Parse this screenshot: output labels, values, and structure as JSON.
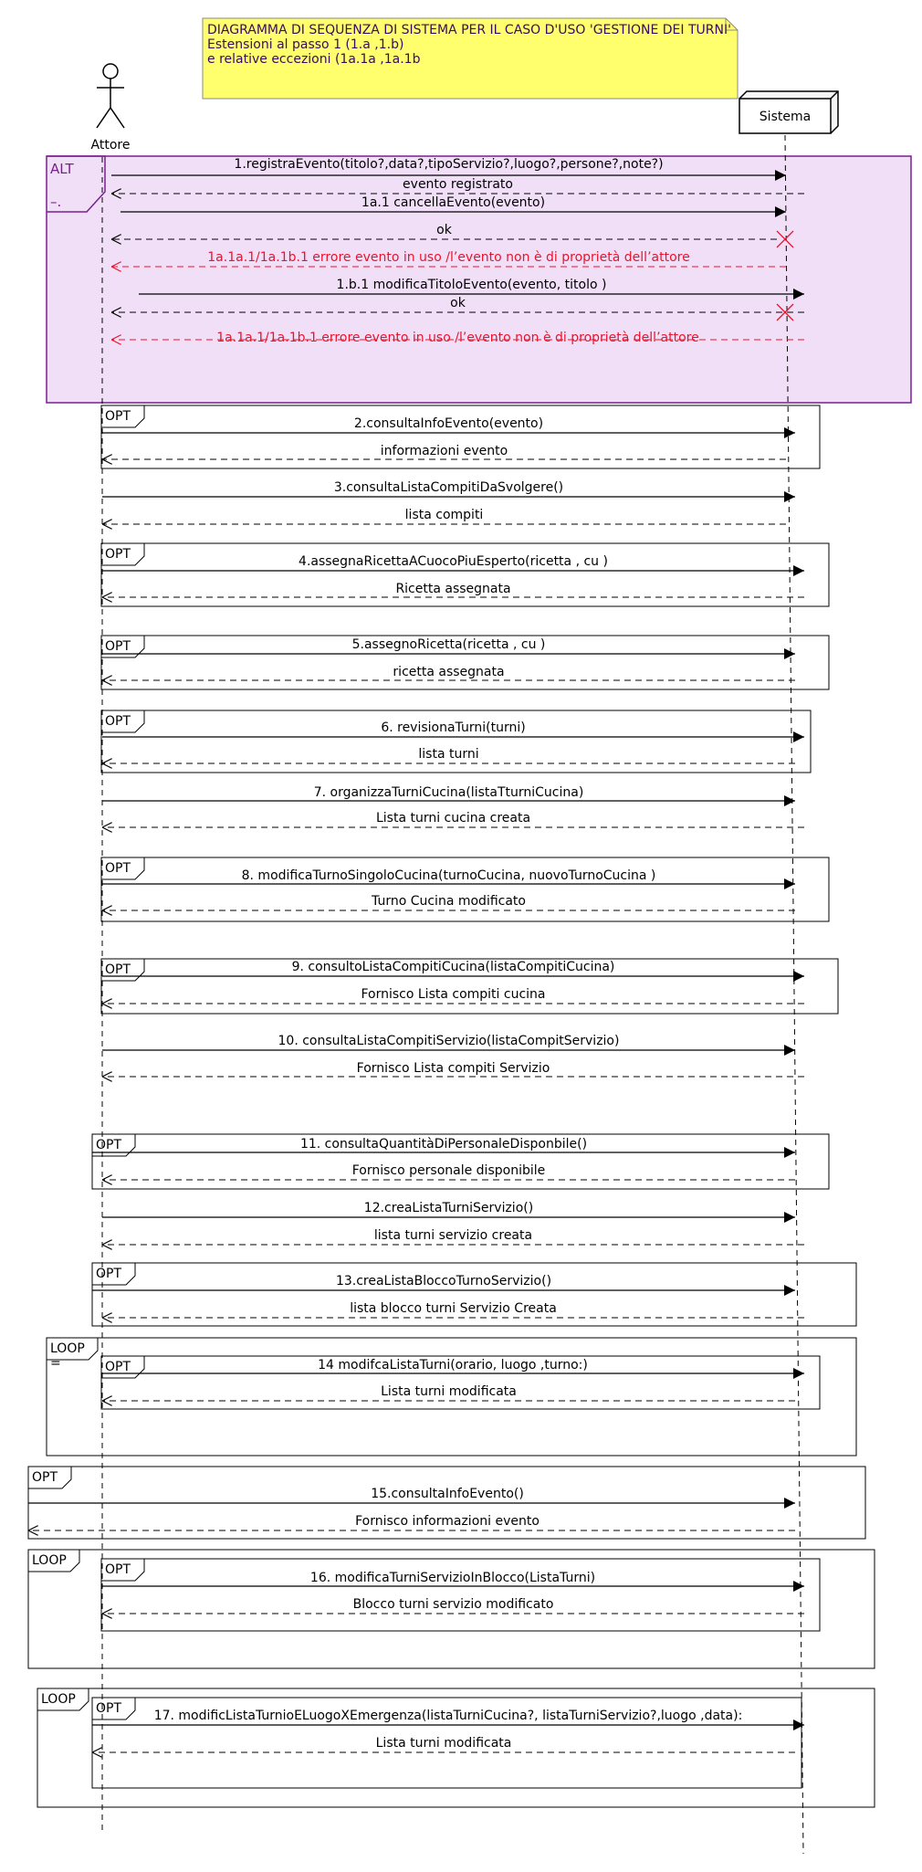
{
  "colors": {
    "note_fill": "#ffff6e",
    "alt_fill": "#f1dff8",
    "alt_border": "#7a1f8f",
    "error": "#e8142b",
    "lifeline": "#000000"
  },
  "note": {
    "line1": "DIAGRAMMA DI SEQUENZA DI SISTEMA PER IL CASO D'USO 'GESTIONE DEI TURNI'",
    "line2": "Estensioni al passo 1 (1.a ,1.b)",
    "line3": "e relative eccezioni (1a.1a ,1a.1b"
  },
  "participants": {
    "actor": "Attore",
    "system": "Sistema"
  },
  "frames": {
    "alt": {
      "tag": "ALT",
      "guard": "–."
    },
    "loop_guard": "="
  },
  "messages": [
    {
      "text": "1.registraEvento(titolo?,data?,tipoServizio?,luogo?,persone?,note?)",
      "type": "call"
    },
    {
      "text": "evento registrato",
      "type": "return"
    },
    {
      "text": "1a.1 cancellaEvento(evento)",
      "type": "call"
    },
    {
      "text": "ok",
      "type": "return"
    },
    {
      "text": "1a.1a.1/1a.1b.1 errore evento in uso /l’evento non è di proprietà dell’attore",
      "type": "error"
    },
    {
      "text": "1.b.1 modificaTitoloEvento(evento, titolo )",
      "type": "call"
    },
    {
      "text": "ok",
      "type": "return"
    },
    {
      "text": "1a.1a.1/1a.1b.1 errore evento in uso /l’evento non è di proprietà dell’attore",
      "type": "error"
    },
    {
      "text": "2.consultaInfoEvento(evento)",
      "type": "call"
    },
    {
      "text": "informazioni evento",
      "type": "return"
    },
    {
      "text": "3.consultaListaCompitiDaSvolgere()",
      "type": "call"
    },
    {
      "text": "lista compiti",
      "type": "return"
    },
    {
      "text": "4.assegnaRicettaACuocoPiuEsperto(ricetta , cu )",
      "type": "call"
    },
    {
      "text": "Ricetta assegnata",
      "type": "return"
    },
    {
      "text": "5.assegnoRicetta(ricetta  , cu )",
      "type": "call"
    },
    {
      "text": "ricetta assegnata",
      "type": "return"
    },
    {
      "text": "6. revisionaTurni(turni)",
      "type": "call"
    },
    {
      "text": "lista turni",
      "type": "return"
    },
    {
      "text": "7. organizzaTurniCucina(listaTturniCucina)",
      "type": "call"
    },
    {
      "text": "Lista turni cucina creata",
      "type": "return"
    },
    {
      "text": "8. modificaTurnoSingoloCucina(turnoCucina, nuovoTurnoCucina )",
      "type": "call"
    },
    {
      "text": "Turno Cucina modificato",
      "type": "return"
    },
    {
      "text": "9.  consultoListaCompitiCucina(listaCompitiCucina)",
      "type": "call"
    },
    {
      "text": "Fornisco Lista compiti cucina",
      "type": "return"
    },
    {
      "text": "10. consultaListaCompitiServizio(listaCompitServizio)",
      "type": "call"
    },
    {
      "text": "Fornisco Lista compiti Servizio",
      "type": "return"
    },
    {
      "text": "11. consultaQuantitàDiPersonaleDisponbile()",
      "type": "call"
    },
    {
      "text": "Fornisco personale disponibile",
      "type": "return"
    },
    {
      "text": "12.creaListaTurniServizio()",
      "type": "call"
    },
    {
      "text": "lista turni servizio creata",
      "type": "return"
    },
    {
      "text": "13.creaListaBloccoTurnoServizio()",
      "type": "call"
    },
    {
      "text": "lista blocco turni Servizio Creata",
      "type": "return"
    },
    {
      "text": "14 modifcaListaTurni(orario, luogo ,turno:)",
      "type": "call"
    },
    {
      "text": "Lista turni modificata",
      "type": "return"
    },
    {
      "text": "15.consultaInfoEvento()",
      "type": "call"
    },
    {
      "text": "Fornisco informazioni evento",
      "type": "return"
    },
    {
      "text": "16. modificaTurniServizioInBlocco(ListaTurni)",
      "type": "call"
    },
    {
      "text": "Blocco turni servizio modificato",
      "type": "return"
    },
    {
      "text": "17. modificListaTurnioELuogoXEmergenza(listaTurniCucina?, listaTurniServizio?,luogo ,data):",
      "type": "call"
    },
    {
      "text": "Lista turni modificata",
      "type": "return"
    }
  ],
  "fragments": [
    {
      "tag": "OPT"
    },
    {
      "tag": "OPT"
    },
    {
      "tag": "OPT"
    },
    {
      "tag": "OPT"
    },
    {
      "tag": "OPT"
    },
    {
      "tag": "OPT"
    },
    {
      "tag": "OPT"
    },
    {
      "tag": "OPT"
    },
    {
      "tag": "LOOP"
    },
    {
      "tag": "OPT"
    },
    {
      "tag": "OPT"
    },
    {
      "tag": "LOOP"
    },
    {
      "tag": "OPT"
    },
    {
      "tag": "LOOP"
    },
    {
      "tag": "OPT"
    }
  ]
}
